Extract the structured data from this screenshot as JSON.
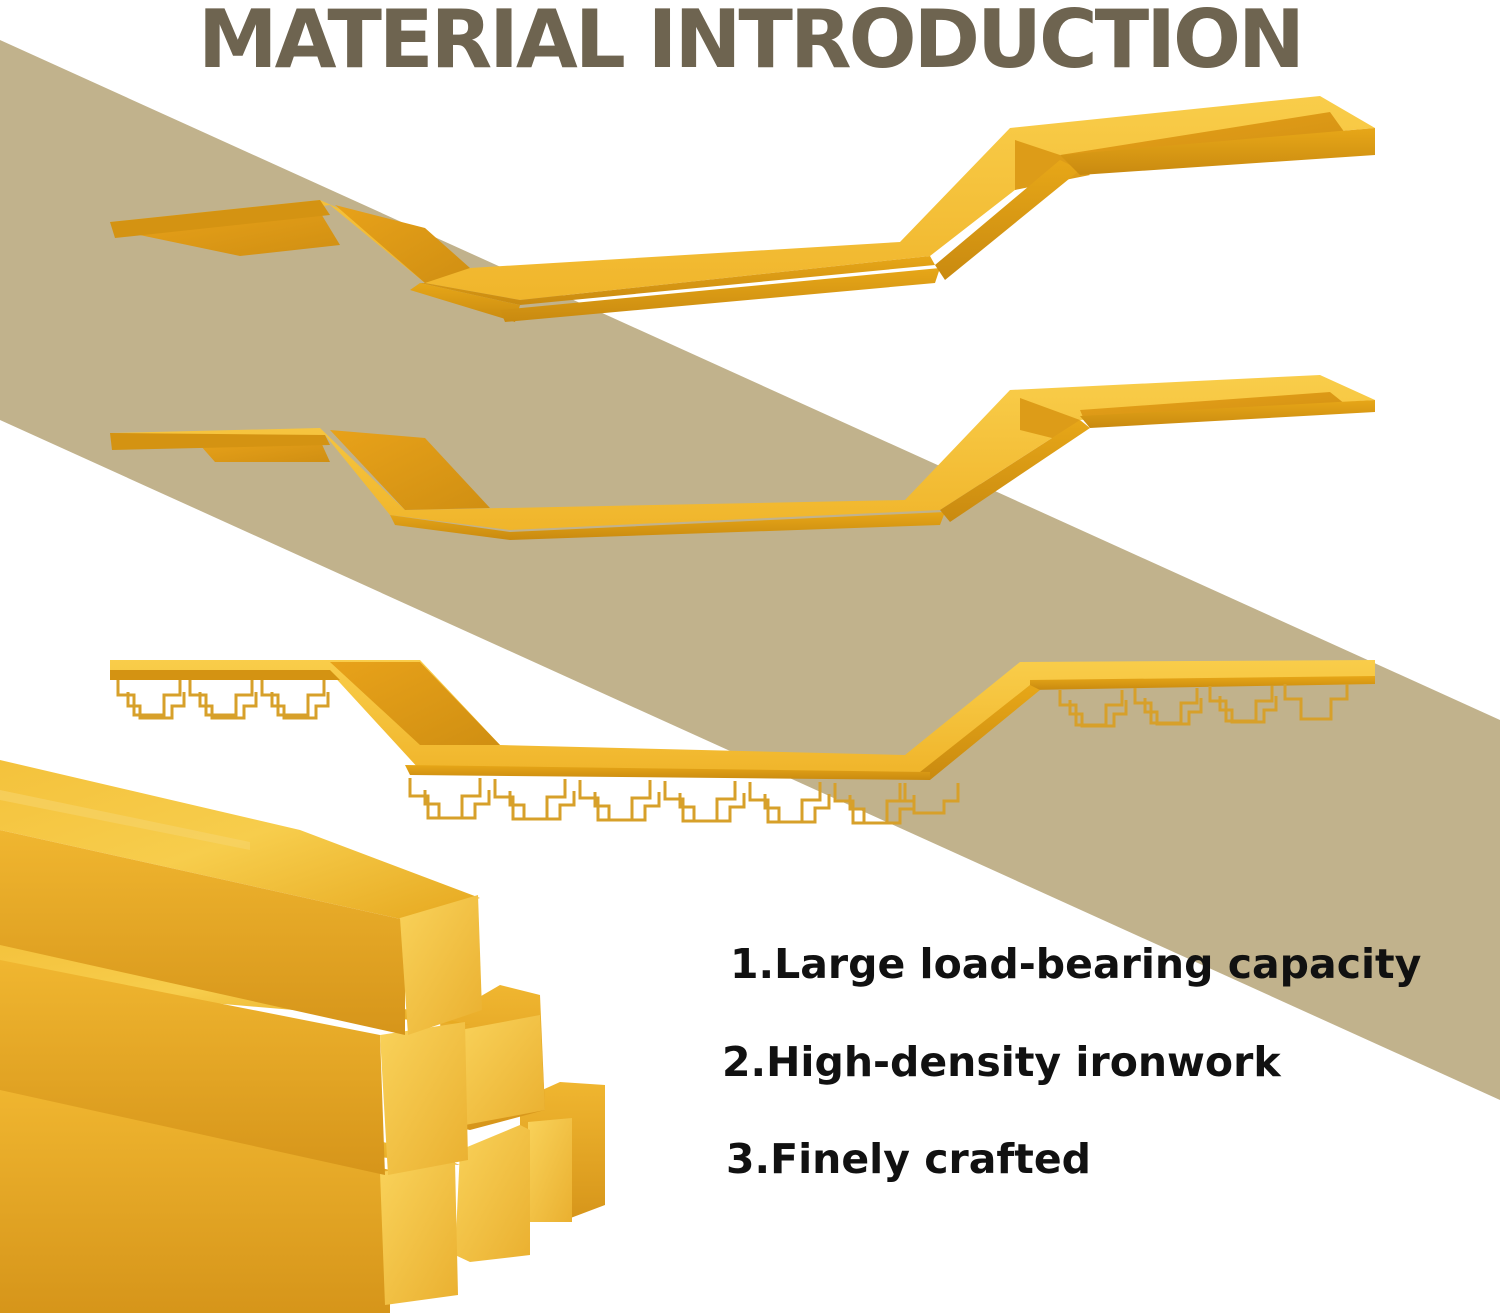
{
  "title": "MATERIAL INTRODUCTION",
  "features": [
    "1.Large load-bearing capacity",
    "2.High-density ironwork",
    "3.Finely crafted"
  ],
  "colors": {
    "background": "#ffffff",
    "diagonal_band": "#c1b28c",
    "title": "#6e6450",
    "gold_light": "#f6c23a",
    "gold_mid": "#e9a91d",
    "gold_dark": "#c98a10",
    "text": "#111111"
  },
  "icons": [
    "gold-floating-shelf",
    "wine-glass-rack-shelf",
    "gold-metal-bars"
  ]
}
